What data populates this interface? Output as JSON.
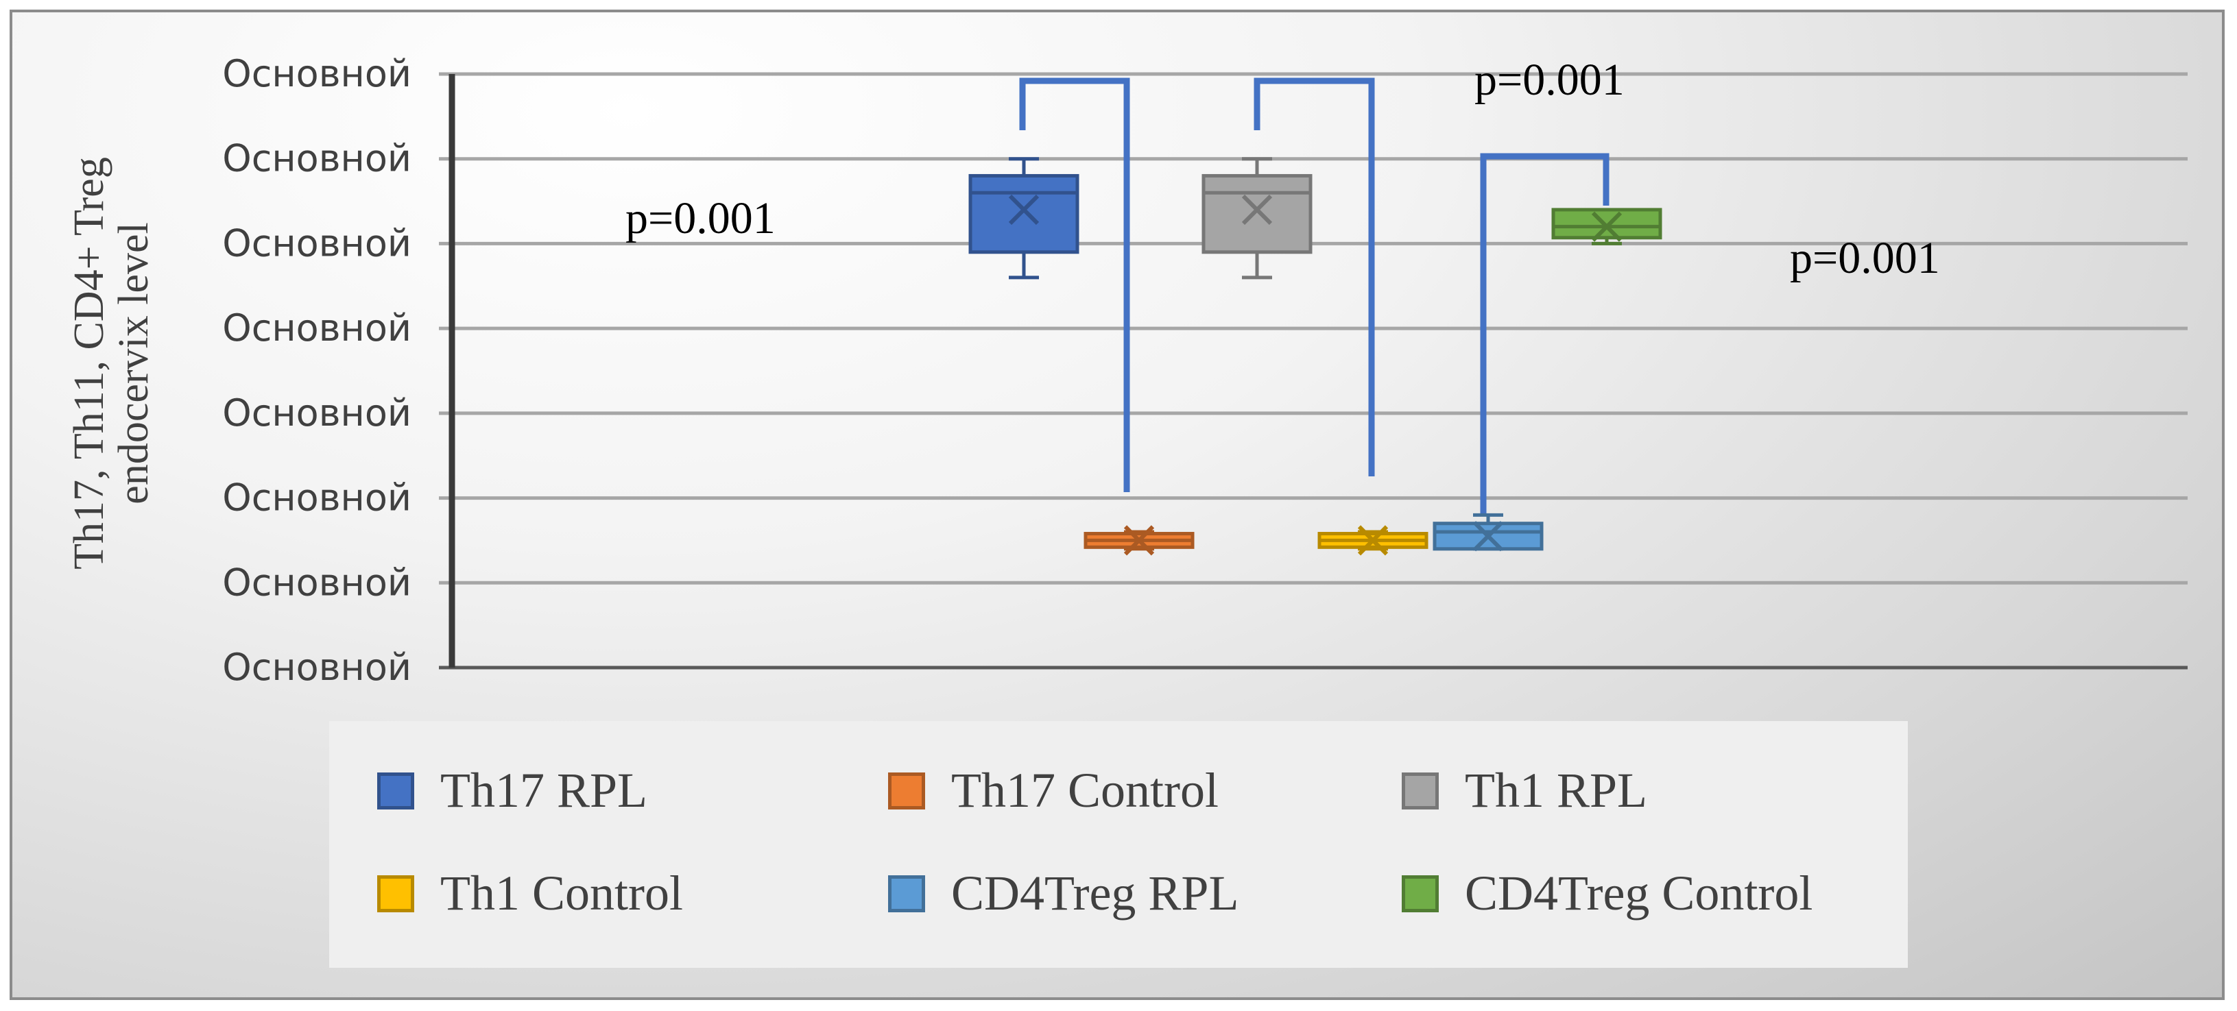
{
  "chart_data": {
    "type": "box",
    "ylabel": "Th17, Th11, CD4+ Treg endocervix level",
    "y_tick_labels": [
      "Основной",
      "Основной",
      "Основной",
      "Основной",
      "Основной",
      "Основной",
      "Основной",
      "Основной"
    ],
    "ylim": [
      0,
      7
    ],
    "grid": true,
    "legend_position": "bottom",
    "series": [
      {
        "name": "Th17 RPL",
        "color": "#4472c4",
        "min": 4.6,
        "q1": 4.9,
        "median": 5.6,
        "q3": 5.8,
        "max": 6.0,
        "mean": 5.4
      },
      {
        "name": "Th17 Control",
        "color": "#ed7d31",
        "min": 1.4,
        "q1": 1.42,
        "median": 1.5,
        "q3": 1.58,
        "max": 1.6,
        "mean": 1.5
      },
      {
        "name": "Th1 RPL",
        "color": "#a5a5a5",
        "min": 4.6,
        "q1": 4.9,
        "median": 5.6,
        "q3": 5.8,
        "max": 6.0,
        "mean": 5.4
      },
      {
        "name": "Th1 Control",
        "color": "#ffc000",
        "min": 1.4,
        "q1": 1.42,
        "median": 1.5,
        "q3": 1.58,
        "max": 1.6,
        "mean": 1.5
      },
      {
        "name": "CD4Treg RPL",
        "color": "#5b9bd5",
        "min": 1.4,
        "q1": 1.4,
        "median": 1.6,
        "q3": 1.7,
        "max": 1.8,
        "mean": 1.55
      },
      {
        "name": "CD4Treg Control",
        "color": "#70ad47",
        "min": 5.0,
        "q1": 5.07,
        "median": 5.2,
        "q3": 5.4,
        "max": 5.4,
        "mean": 5.2
      }
    ],
    "annotations": [
      {
        "text": "p=0.001",
        "position": "left of Th17 RPL"
      },
      {
        "text": "p=0.001",
        "position": "top, above CD4Treg bracket"
      },
      {
        "text": "p=0.001",
        "position": "right of CD4Treg Control"
      }
    ],
    "brackets": [
      {
        "from": "Th17 RPL",
        "to": "Th17 Control"
      },
      {
        "from": "Th1 RPL",
        "to": "Th1 Control"
      },
      {
        "from": "CD4Treg RPL",
        "to": "CD4Treg Control"
      }
    ]
  }
}
